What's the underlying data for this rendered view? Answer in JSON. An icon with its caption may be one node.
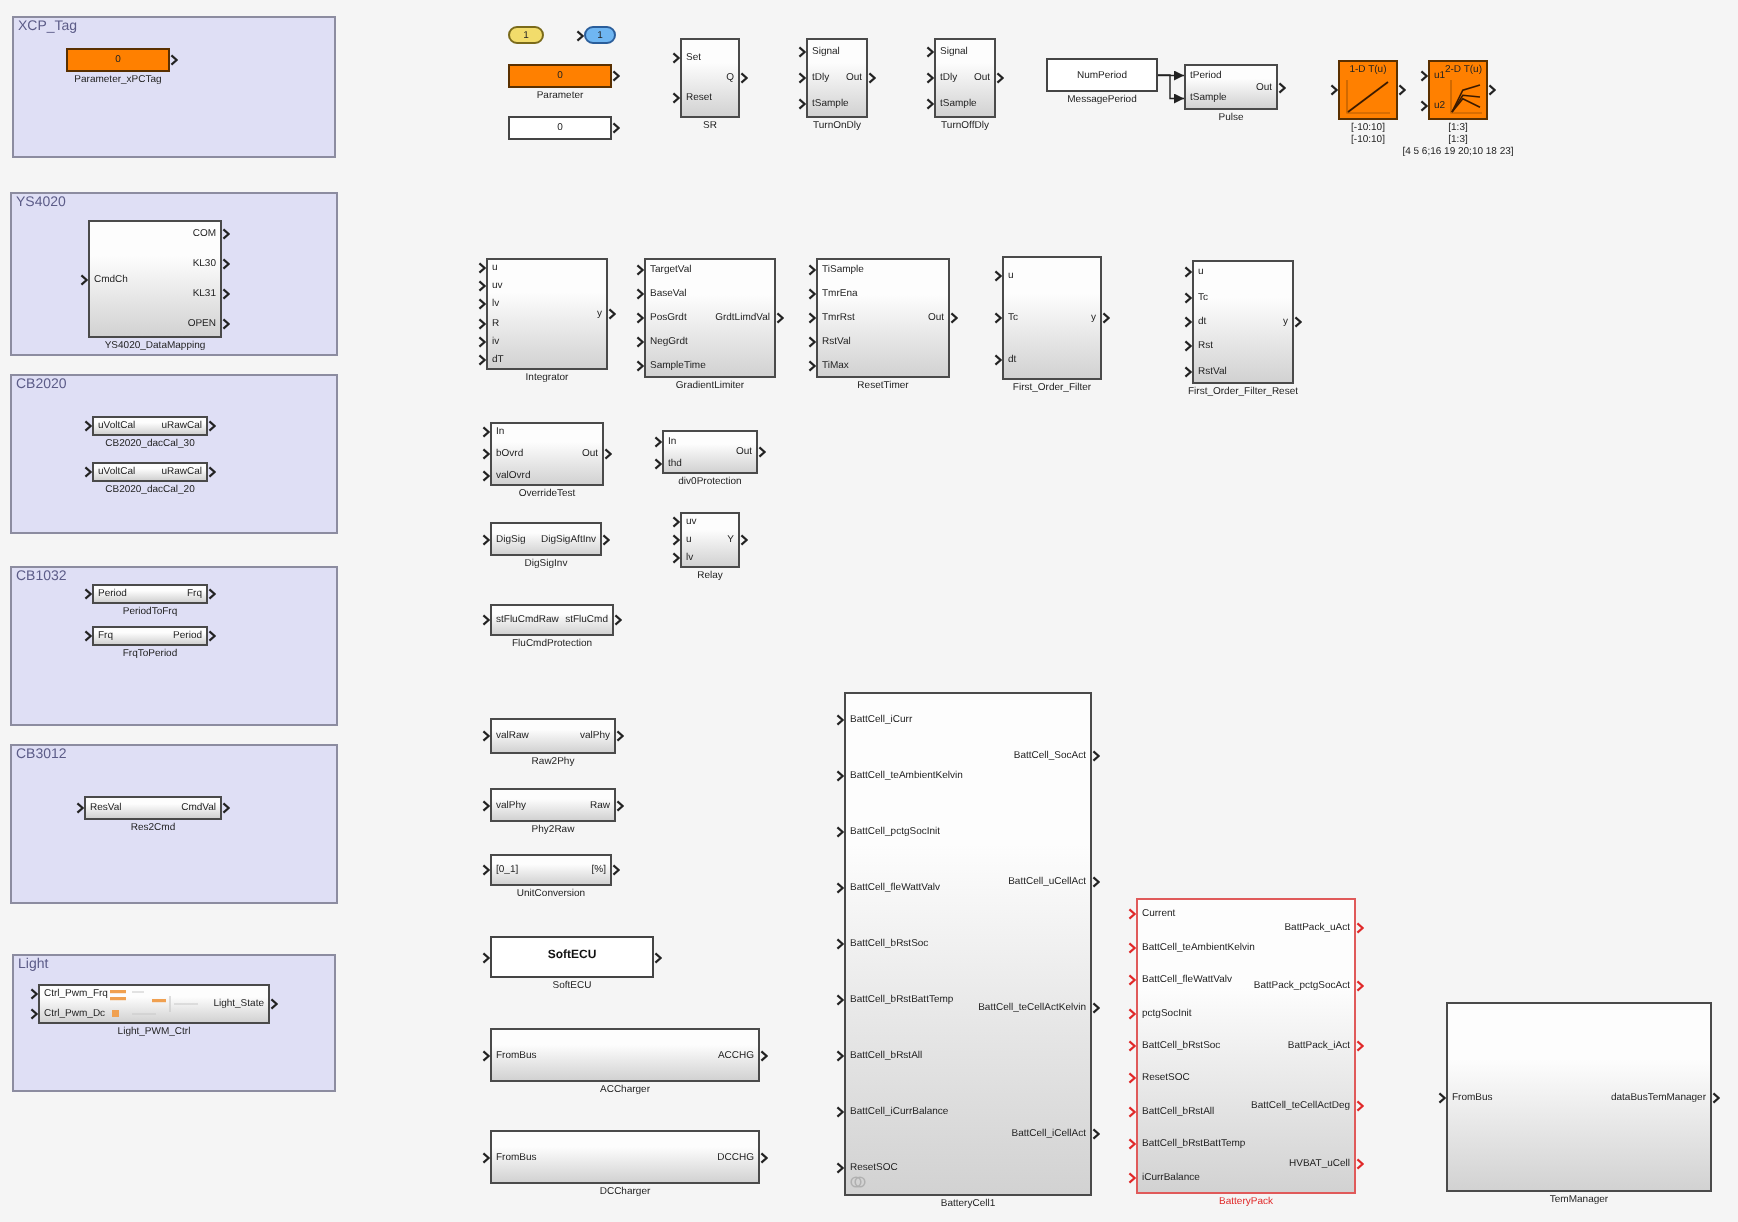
{
  "diagram": {
    "nodes": [
      {
        "text": [
          "XCP_Tag"
        ]
      },
      {
        "text": [
          "0"
        ],
        "beside": [
          "Parameter_xPCTag"
        ],
        "in": 0
      },
      {
        "text": [
          "YS4020"
        ]
      },
      {
        "text": [
          "CmdCh",
          "COM",
          "KL30",
          "KL31",
          "OPEN"
        ],
        "beside": [
          "YS4020_DataMapping"
        ],
        "in": 2
      },
      {
        "text": [
          "CB2020"
        ]
      },
      {
        "text": [
          "uVoltCal",
          "uRawCal"
        ],
        "beside": [
          "CB2020_dacCal_30"
        ],
        "in": 4
      },
      {
        "text": [
          "uVoltCal",
          "uRawCal"
        ],
        "beside": [
          "CB2020_dacCal_20"
        ],
        "in": 4
      },
      {
        "text": [
          "CB1032"
        ]
      },
      {
        "text": [
          "Period",
          "Frq"
        ],
        "beside": [
          "PeriodToFrq"
        ],
        "in": 7
      },
      {
        "text": [
          "Frq",
          "Period"
        ],
        "beside": [
          "FrqToPeriod"
        ],
        "in": 7
      },
      {
        "text": [
          "CB3012"
        ]
      },
      {
        "text": [
          "ResVal",
          "CmdVal"
        ],
        "beside": [
          "Res2Cmd"
        ],
        "in": 10
      },
      {
        "text": [
          "Light"
        ]
      },
      {
        "text": [
          "Ctrl_Pwm_Frq",
          "Ctrl_Pwm_Dc",
          "Light_State"
        ],
        "beside": [
          "Light_PWM_Ctrl"
        ],
        "in": 12
      },
      {
        "text": [
          "1"
        ]
      },
      {
        "text": [
          "1"
        ]
      },
      {
        "text": [
          "0"
        ],
        "beside": [
          "Parameter"
        ]
      },
      {
        "text": [
          "0"
        ]
      },
      {
        "text": [
          "Set",
          "Reset",
          "Q"
        ],
        "beside": [
          "SR"
        ]
      },
      {
        "text": [
          "Signal",
          "tDly",
          "tSample",
          "Out"
        ],
        "beside": [
          "TurnOnDly"
        ]
      },
      {
        "text": [
          "Signal",
          "tDly",
          "tSample",
          "Out"
        ],
        "beside": [
          "TurnOffDly"
        ]
      },
      {
        "text": [
          "NumPeriod"
        ],
        "beside": [
          "MessagePeriod"
        ]
      },
      {
        "text": [
          "tPeriod",
          "tSample",
          "Out"
        ],
        "beside": [
          "Pulse"
        ]
      },
      {
        "text": [
          "1-D T(u)"
        ],
        "beside": [
          "[-10:10]",
          "[-10:10]"
        ]
      },
      {
        "text": [
          "2-D T(u)",
          "u1",
          "u2"
        ],
        "beside": [
          "[1:3]",
          "[1:3]",
          "[4 5 6;16 19 20;10 18 23]"
        ]
      },
      {
        "text": [
          "u",
          "uv",
          "lv",
          "R",
          "iv",
          "dT",
          "y"
        ],
        "beside": [
          "Integrator"
        ]
      },
      {
        "text": [
          "TargetVal",
          "BaseVal",
          "PosGrdt",
          "NegGrdt",
          "SampleTime",
          "GrdtLimdVal"
        ],
        "beside": [
          "GradientLimiter"
        ]
      },
      {
        "text": [
          "TiSample",
          "TmrEna",
          "TmrRst",
          "RstVal",
          "TiMax",
          "Out"
        ],
        "beside": [
          "ResetTimer"
        ]
      },
      {
        "text": [
          "u",
          "Tc",
          "dt",
          "y"
        ],
        "beside": [
          "First_Order_Filter"
        ]
      },
      {
        "text": [
          "u",
          "Tc",
          "dt",
          "Rst",
          "RstVal",
          "y"
        ],
        "beside": [
          "First_Order_Filter_Reset"
        ]
      },
      {
        "text": [
          "In",
          "bOvrd",
          "valOvrd",
          "Out"
        ],
        "beside": [
          "OverrideTest"
        ]
      },
      {
        "text": [
          "In",
          "thd",
          "Out"
        ],
        "beside": [
          "div0Protection"
        ]
      },
      {
        "text": [
          "DigSig",
          "DigSigAftInv"
        ],
        "beside": [
          "DigSigInv"
        ]
      },
      {
        "text": [
          "uv",
          "u",
          "lv",
          "Y"
        ],
        "beside": [
          "Relay"
        ]
      },
      {
        "text": [
          "stFluCmdRaw",
          "stFluCmd"
        ],
        "beside": [
          "FluCmdProtection"
        ]
      },
      {
        "text": [
          "valRaw",
          "valPhy"
        ],
        "beside": [
          "Raw2Phy"
        ]
      },
      {
        "text": [
          "valPhy",
          "Raw"
        ],
        "beside": [
          "Phy2Raw"
        ]
      },
      {
        "text": [
          "[0_1]",
          "[%]"
        ],
        "beside": [
          "UnitConversion"
        ]
      },
      {
        "text": [
          "SoftECU"
        ],
        "beside": [
          "SoftECU"
        ]
      },
      {
        "text": [
          "FromBus",
          "ACCHG"
        ],
        "beside": [
          "ACCharger"
        ]
      },
      {
        "text": [
          "FromBus",
          "DCCHG"
        ],
        "beside": [
          "DCCharger"
        ]
      },
      {
        "text": [
          "BattCell_iCurr",
          "BattCell_teAmbientKelvin",
          "BattCell_pctgSocInit",
          "BattCell_fleWattValv",
          "BattCell_bRstSoc",
          "BattCell_bRstBattTemp",
          "BattCell_bRstAll",
          "BattCell_iCurrBalance",
          "ResetSOC",
          "BattCell_SocAct",
          "BattCell_uCellAct",
          "BattCell_teCellActKelvin",
          "BattCell_iCellAct"
        ],
        "beside": [
          "BatteryCell1"
        ]
      },
      {
        "text": [
          "Current",
          "BattCell_teAmbientKelvin",
          "BattCell_fleWattValv",
          "pctgSocInit",
          "BattCell_bRstSoc",
          "ResetSOC",
          "BattCell_bRstAll",
          "BattCell_bRstBattTemp",
          "iCurrBalance",
          "BattPack_uAct",
          "BattPack_pctgSocAct",
          "BattPack_iAct",
          "BattCell_teCellActDeg",
          "HVBAT_uCell"
        ],
        "beside": [
          "BatteryPack"
        ]
      },
      {
        "text": [
          "FromBus",
          "dataBusTemManager"
        ],
        "beside": [
          "TemManager"
        ]
      }
    ],
    "edges": [
      {
        "from": 21,
        "to": 22,
        "arrow": "to"
      },
      {
        "from": 21,
        "to": 22,
        "arrow": "to"
      }
    ]
  }
}
